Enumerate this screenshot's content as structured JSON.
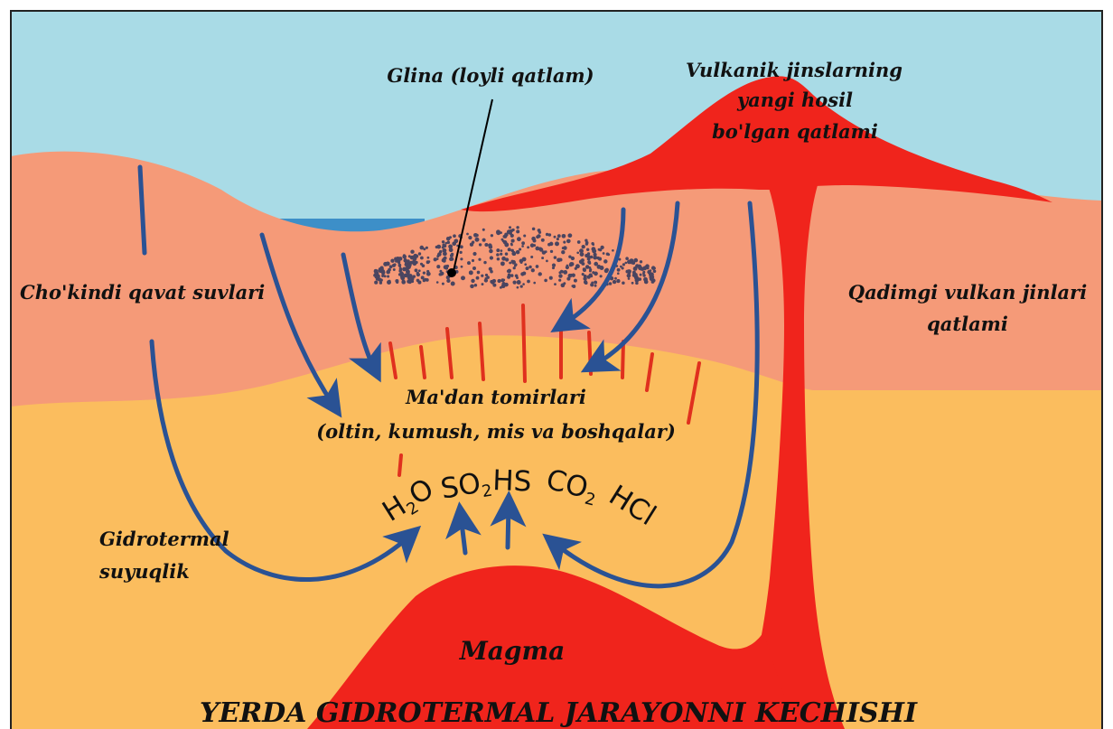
{
  "diagram": {
    "title": "YERDA GIDROTERMAL JARAYONNI KECHISHI",
    "labels": {
      "clay": "Glina (loyli qatlam)",
      "new_volcanic_1": "Vulkanik jinslarning",
      "new_volcanic_2": "yangi hosil",
      "new_volcanic_3": "bo'lgan qatlami",
      "sediment_water": "Cho'kindi qavat suvlari",
      "old_volcanic_1": "Qadimgi vulkan jinlari",
      "old_volcanic_2": "qatlami",
      "ore_veins_1": "Ma'dan tomirlari",
      "ore_veins_2": "(oltin, kumush, mis va boshqalar)",
      "hydrothermal_1": "Gidrotermal",
      "hydrothermal_2": "suyuqlik",
      "magma": "Magma"
    },
    "gases": {
      "h2o_main": "H",
      "h2o_sub": "2",
      "h2o_tail": "O",
      "so2_main": "SO",
      "so2_sub": "2",
      "hs": "HS",
      "co2_main": "CO",
      "co2_sub": "2",
      "hcl": "HCl"
    },
    "colors": {
      "sky": "#a9dbe6",
      "sea": "#3d8fc8",
      "sediment": "#f59a78",
      "deep_rock": "#fbbd5e",
      "magma": "#f0241c",
      "arrows": "#2a5294",
      "clay": "#4a4560",
      "veins": "#e0301e"
    }
  }
}
